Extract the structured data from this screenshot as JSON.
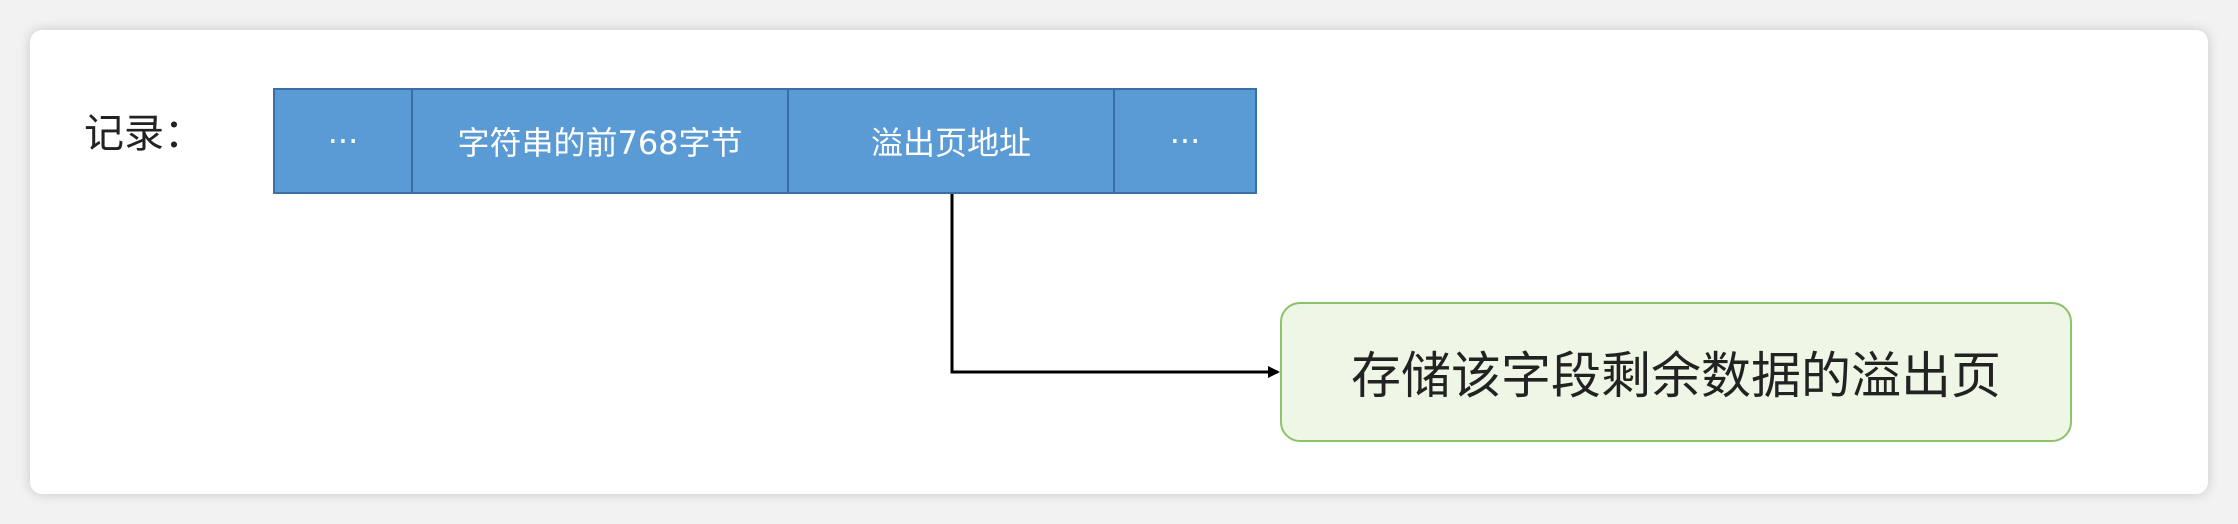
{
  "record_label": "记录：",
  "record_cells": [
    {
      "text": "···"
    },
    {
      "text": "字符串的前768字节"
    },
    {
      "text": "溢出页地址"
    },
    {
      "text": "···"
    }
  ],
  "target_box": {
    "text": "存储该字段剩余数据的溢出页"
  },
  "colors": {
    "cell_fill": "#5b9bd5",
    "cell_border": "#3b6fa3",
    "target_fill": "#eef6e6",
    "target_border": "#8cc26a",
    "arrow": "#000000"
  }
}
